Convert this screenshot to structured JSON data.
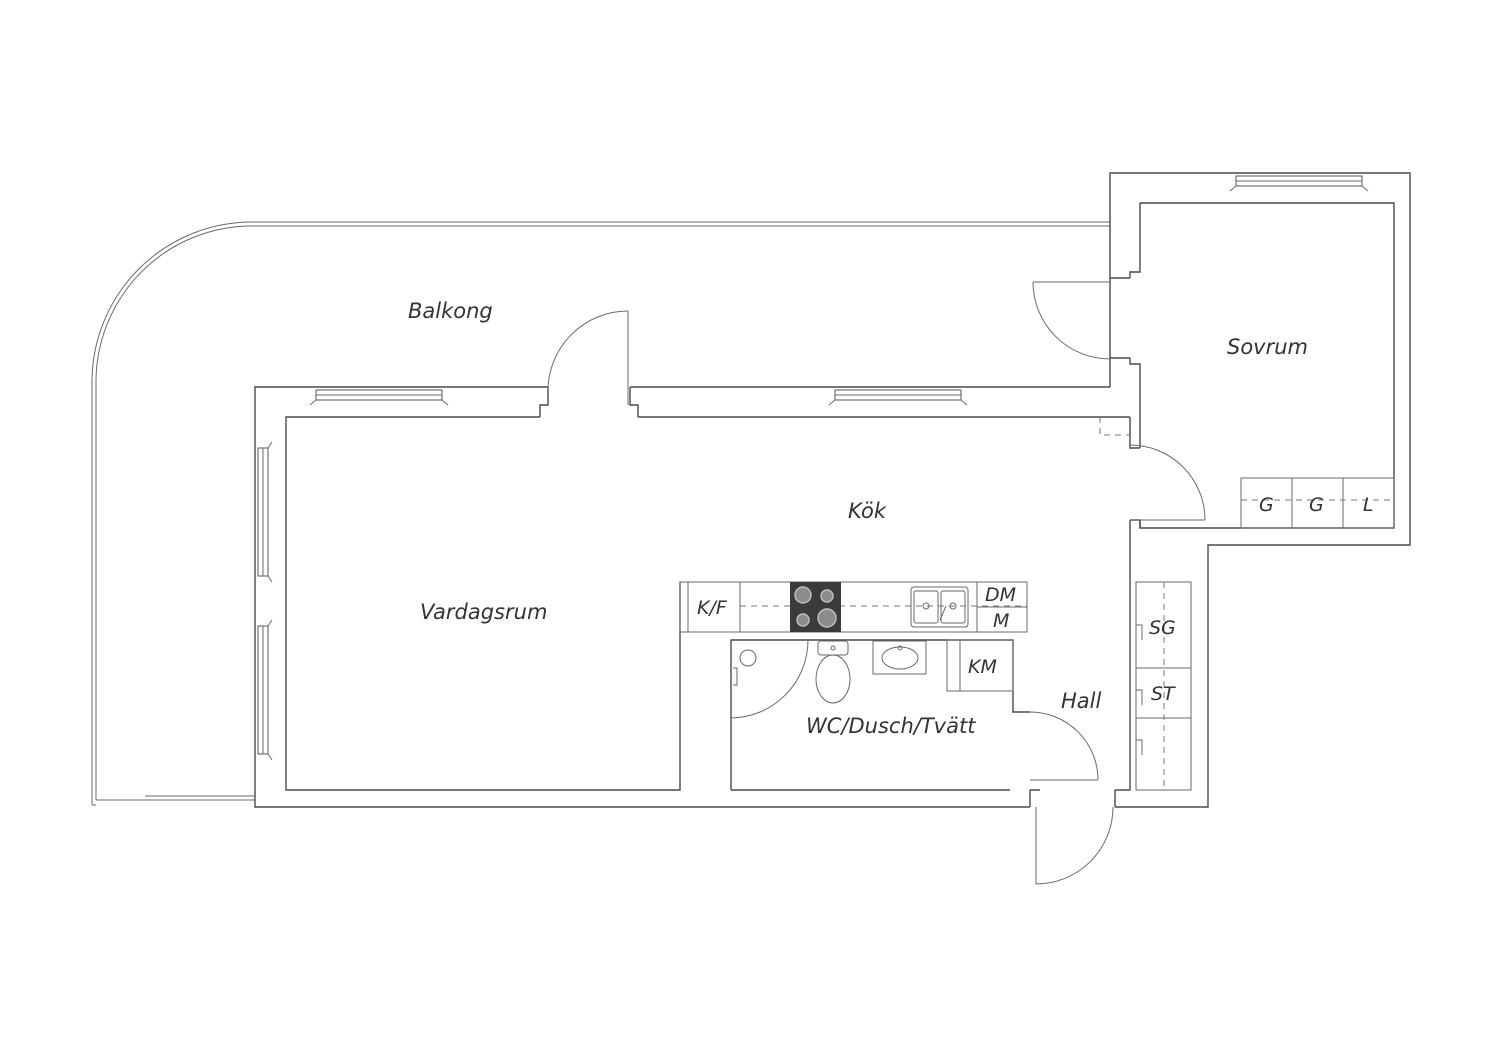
{
  "rooms": {
    "balkong": "Balkong",
    "sovrum": "Sovrum",
    "kok": "Kök",
    "vardagsrum": "Vardagsrum",
    "hall": "Hall",
    "wc": "WC/Dusch/Tvätt"
  },
  "fixtures": {
    "kf": "K/F",
    "dm": "DM",
    "m": "M",
    "km": "KM",
    "sg": "SG",
    "st": "ST",
    "g1": "G",
    "g2": "G",
    "l": "L"
  },
  "colors": {
    "line": "#4a4a4a",
    "hob": "#3b3b3b",
    "background": "#ffffff"
  }
}
